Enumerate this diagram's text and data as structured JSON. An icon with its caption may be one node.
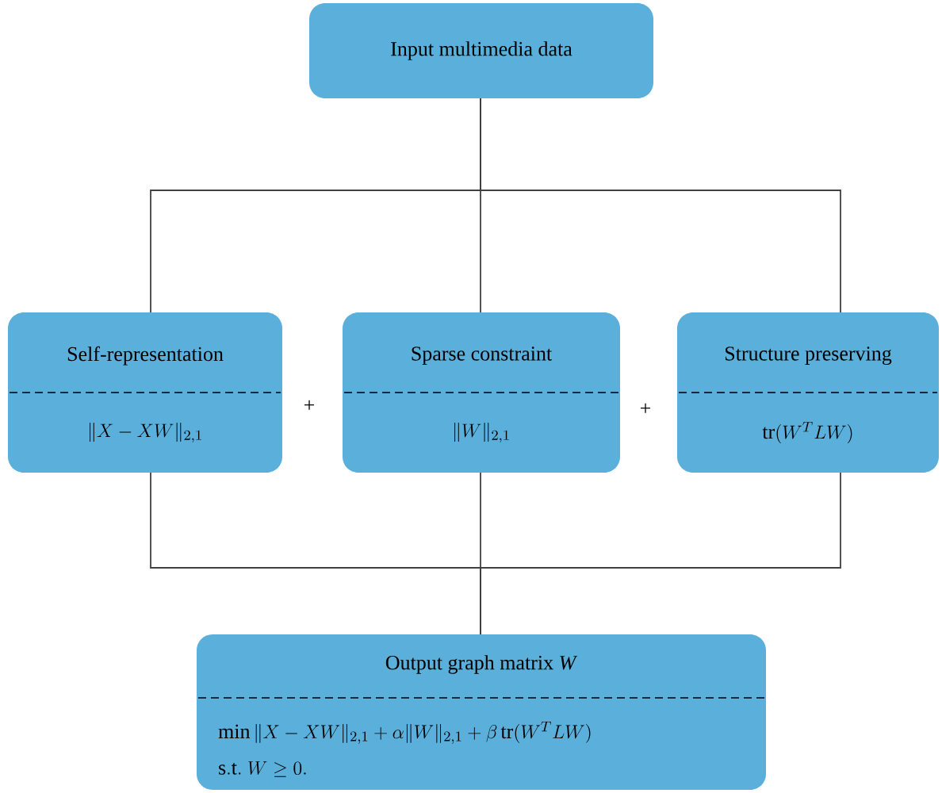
{
  "diagram": {
    "nodes": [
      {
        "text": [
          "Input multimedia data"
        ]
      },
      {
        "text": [
          "Self-representation",
          "\\|X - XW\\|_{2,1}"
        ]
      },
      {
        "text": [
          "Sparse constraint",
          "\\|W\\|_{2,1}"
        ]
      },
      {
        "text": [
          "Structure preserving",
          "\\mathrm{tr}(W^{T} LW)"
        ]
      },
      {
        "text": [
          "Output graph matrix *W*",
          "\\min \\|X - XW\\|_{2,1} + \\alpha \\|W\\|_{2,1} + \\beta\\,\\mathrm{tr}(W^{T} LW)",
          "\\mathrm{s.t.}\\ W \\geq 0."
        ]
      }
    ],
    "edges": [
      {
        "from": 0,
        "to": 1,
        "arrow": "none"
      },
      {
        "from": 0,
        "to": 2,
        "arrow": "none"
      },
      {
        "from": 0,
        "to": 3,
        "arrow": "none"
      },
      {
        "from": 1,
        "to": 4,
        "arrow": "none"
      },
      {
        "from": 2,
        "to": 4,
        "arrow": "none"
      },
      {
        "from": 3,
        "to": 4,
        "arrow": "none"
      }
    ],
    "labels": [
      "+",
      "+"
    ]
  }
}
